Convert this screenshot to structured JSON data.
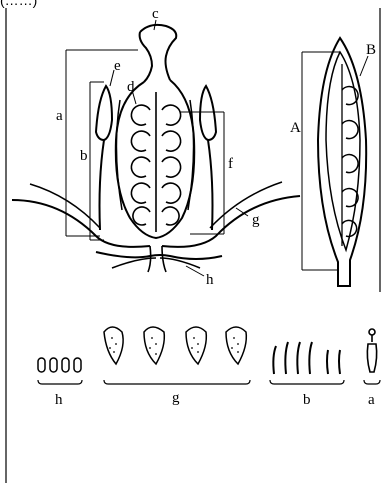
{
  "header": {
    "partial_text": "(……)"
  },
  "flower_diagram": {
    "labels": {
      "a": "a",
      "b": "b",
      "c": "c",
      "d": "d",
      "e": "e",
      "f": "f",
      "g": "g",
      "h": "h"
    }
  },
  "fruit_diagram": {
    "labels": {
      "A": "A",
      "B": "B"
    }
  },
  "dissected_parts": {
    "groups": [
      {
        "key": "h",
        "label": "h"
      },
      {
        "key": "g",
        "label": "g"
      },
      {
        "key": "b",
        "label": "b"
      },
      {
        "key": "a",
        "label": "a"
      }
    ]
  }
}
